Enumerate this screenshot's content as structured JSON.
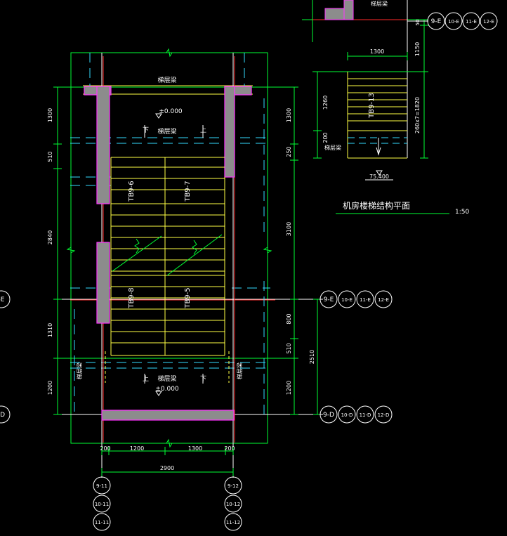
{
  "colors": {
    "background": "#000000",
    "green": "#00ff33",
    "yellow": "#ffff44",
    "white": "#ffffff",
    "red": "#ff2a2a",
    "cyan": "#33ddff",
    "magenta": "#ff33ff",
    "wall": "#8c8c8c"
  },
  "main_plan": {
    "beam_labels": {
      "top": "梯层梁",
      "middle": "梯层梁",
      "bottom": "梯层梁",
      "left_vertical": "梯层梁",
      "right_vertical": "梯层梁"
    },
    "elevations": {
      "top": "±0.000",
      "bottom": "±0.000"
    },
    "flight_marks": [
      "下",
      "上",
      "上",
      "下"
    ],
    "flights": [
      "TB9-6",
      "TB9-7",
      "TB9-8",
      "TB9-5"
    ],
    "left_dims": [
      "1300",
      "510",
      "2840",
      "1310",
      "1200"
    ],
    "right_dims": [
      "1300",
      "250",
      "3100",
      "800",
      "510",
      "1200"
    ],
    "right_total": "2510",
    "bottom_dims": [
      "200",
      "1200",
      "1300",
      "200"
    ],
    "bottom_total": "2900"
  },
  "machine_plan": {
    "title": "机房楼梯结构平面",
    "scale": "1:50",
    "flight": "TB9-13",
    "top_width": "1300",
    "dims_left": [
      "1260",
      "200"
    ],
    "dims_right": [
      "50",
      "1150",
      "260x7=1820"
    ],
    "beam_label": "梯层梁",
    "elevation": "75.400"
  },
  "axis_bubbles": {
    "top_right": [
      "9-E",
      "10-E",
      "11-E",
      "12-E"
    ],
    "mid_right": [
      "9-E",
      "10-E",
      "11-E",
      "12-E"
    ],
    "low_right": [
      "9-D",
      "10-D",
      "11-D",
      "12-D"
    ],
    "left_edge": [
      "-E",
      "-D"
    ],
    "bottom_left": [
      "9-11",
      "10-11",
      "11-11"
    ],
    "bottom_right": [
      "9-12",
      "10-12",
      "11-12"
    ]
  }
}
